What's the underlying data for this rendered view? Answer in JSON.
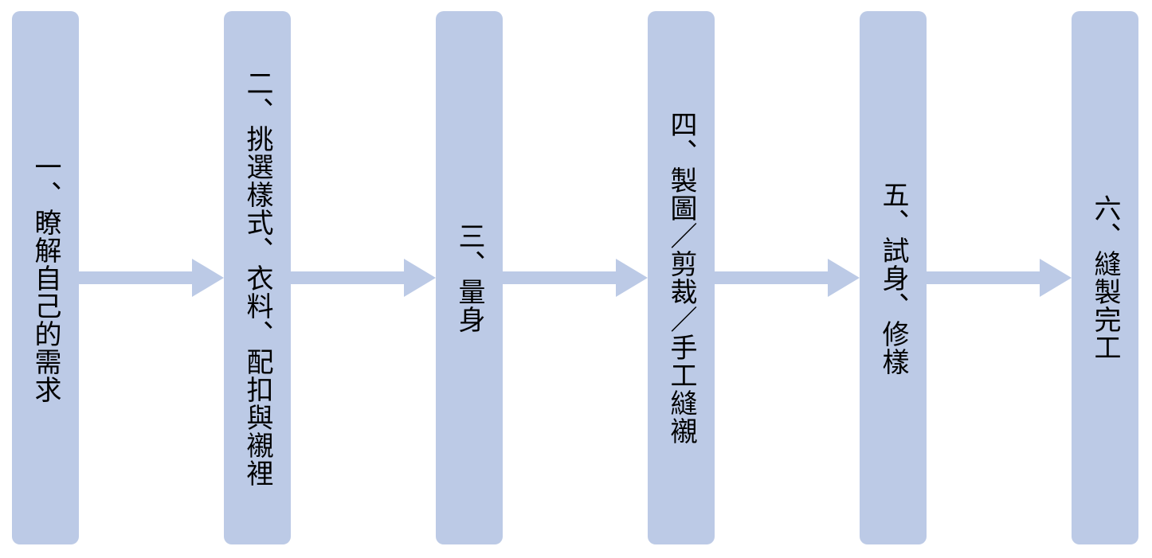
{
  "colors": {
    "step_fill": "#BCCAE6",
    "arrow_fill": "#BCCAE6",
    "text": "#000000",
    "background": "#FFFFFF"
  },
  "steps": [
    {
      "label": "一、瞭解自己的需求"
    },
    {
      "label": "二、挑選樣式、衣料、配扣與襯裡"
    },
    {
      "label": "三、量身"
    },
    {
      "label": "四、製圖／剪裁／手工縫襯"
    },
    {
      "label": "五、試身、修樣"
    },
    {
      "label": "六、縫製完工"
    }
  ]
}
